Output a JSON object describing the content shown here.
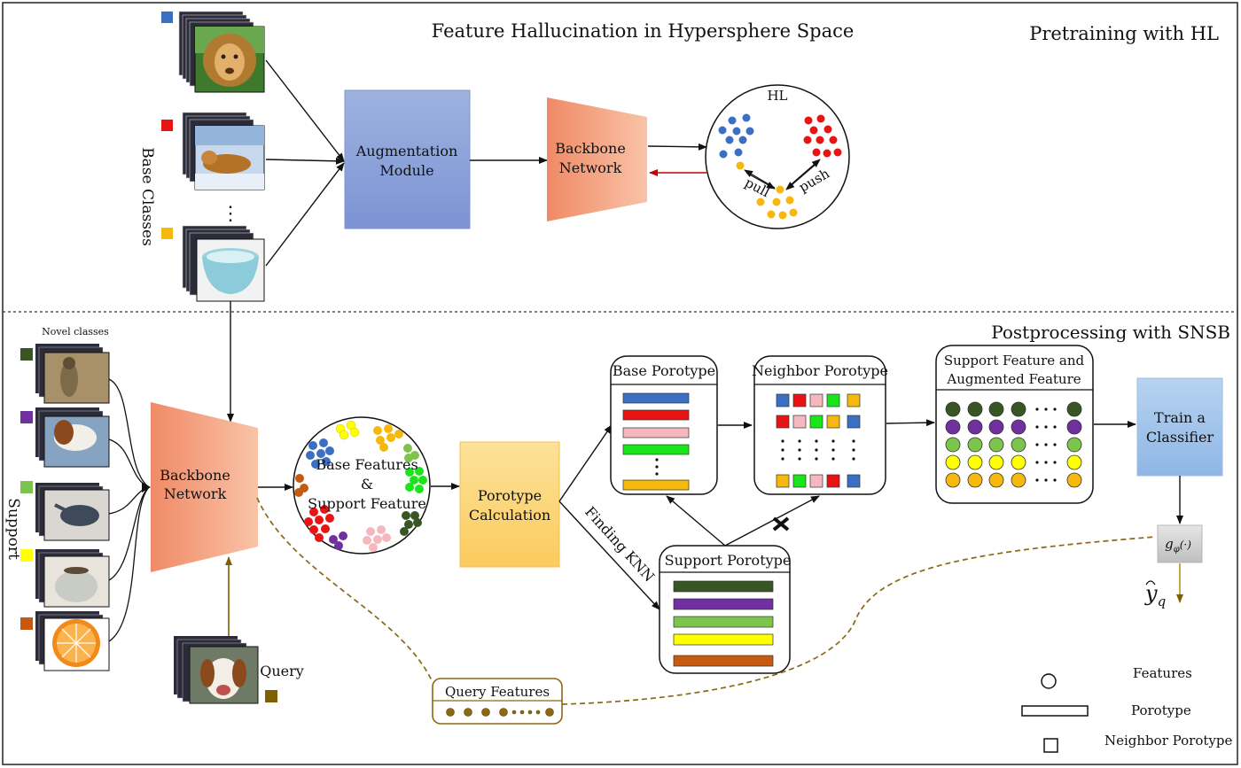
{
  "titles": {
    "top": "Feature Hallucination in Hypersphere Space",
    "pretrain": "Pretraining with HL",
    "post": "Postprocessing  with SNSB"
  },
  "top": {
    "base_classes": "Base Classes",
    "dots": "⋮",
    "augmentation": [
      "Augmentation",
      "Module"
    ],
    "backbone": [
      "Backbone",
      "Network"
    ],
    "hl": "HL",
    "pull": "pull",
    "push": "push"
  },
  "bottom": {
    "novel_classes": "Novel classes",
    "support": "Support",
    "query": "Query",
    "backbone": [
      "Backbone",
      "Network"
    ],
    "features_circle": [
      "Base Features",
      "&",
      "Support Feature"
    ],
    "proto_calc": [
      "Porotype",
      "Calculation"
    ],
    "finding_knn": "Finding KNN",
    "base_proto": "Base Porotype",
    "neighbor_proto": "Neighbor Porotype",
    "support_aug": [
      "Support Feature and",
      "Augmented Feature"
    ],
    "support_proto": "Support Porotype",
    "train": [
      "Train a",
      "Classifier"
    ],
    "g_phi": "g",
    "g_sub": "φ",
    "g_arg": "(·)",
    "yq": "y",
    "yq_sub": "q",
    "query_features": "Query  Features"
  },
  "legend": {
    "features": "Features",
    "porotype": "Porotype",
    "neighbor": "Neighbor Porotype"
  },
  "colors": {
    "blue": "#3a6fc4",
    "red": "#e81313",
    "yellow": "#f6b80c",
    "darkgreen": "#375623",
    "purple": "#7030a0",
    "lightgreen": "#7dc44d",
    "brightyellow": "#ffff00",
    "orange": "#c55a11",
    "pink": "#f4b8be",
    "green": "#19e619",
    "gold": "#8b6914"
  }
}
